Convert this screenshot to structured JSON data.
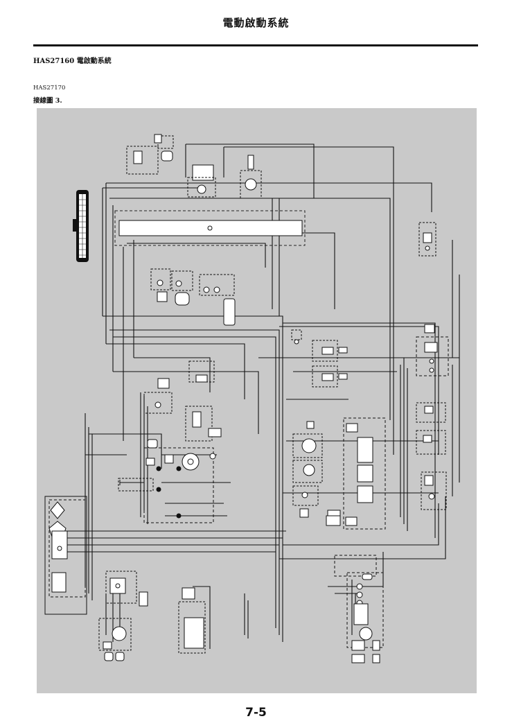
{
  "header": {
    "title": "電動啟動系統"
  },
  "section": {
    "heading": "HAS27160 電啟動系統",
    "ref_code": "HAS27170",
    "caption": "接線圖 3."
  },
  "diagram": {
    "background_color": "#c9c9c9",
    "wire_color": "#111111",
    "box_fill": "#ffffff",
    "dashed_outline_color": "#222222"
  },
  "footer": {
    "page_number": "7-5"
  }
}
